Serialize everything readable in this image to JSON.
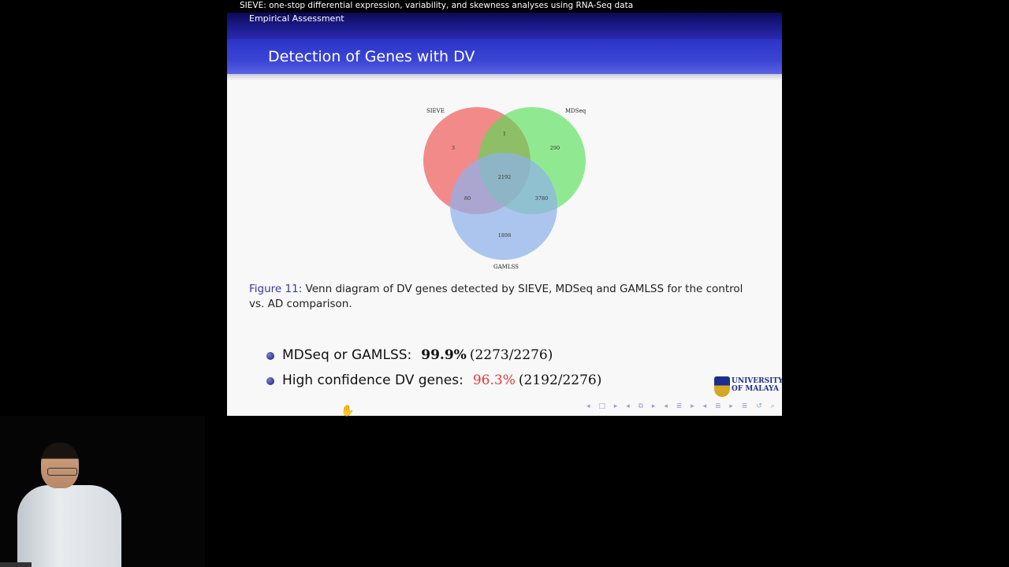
{
  "slide": {
    "headline": "SIEVE: one-stop differential expression, variability, and skewness analyses using RNA-Seq data",
    "section": "Empirical Assessment",
    "frame_title": "Detection of Genes with DV",
    "venn": {
      "sets": [
        {
          "label": "SIEVE",
          "color": "#f06060"
        },
        {
          "label": "MDSeq",
          "color": "#50e050"
        },
        {
          "label": "GAMLSS",
          "color": "#8fb2ea"
        }
      ],
      "regions": {
        "sieve_only": "3",
        "sieve_mdseq": "1",
        "mdseq_only": "290",
        "all_three": "2192",
        "sieve_gamlss": "80",
        "mdseq_gamlss": "3780",
        "gamlss_only": "1898"
      }
    },
    "caption": {
      "label": "Figure 11:",
      "text": "Venn diagram of DV genes detected by SIEVE, MDSeq and GAMLSS for the control vs. AD comparison."
    },
    "bullets": [
      {
        "label": "MDSeq or GAMLSS:",
        "value": "99.9%",
        "detail": "(2273/2276)"
      },
      {
        "label": "High confidence DV genes:",
        "value": "96.3%",
        "detail": "(2192/2276)"
      }
    ],
    "logo": {
      "line1": "UNIVERSITY",
      "line2": "OF MALAYA"
    },
    "nav_icons": [
      "◂",
      "□",
      "▸",
      "◂",
      "⧉",
      "▸",
      "◂",
      "≣",
      "▸",
      "◂",
      "≣",
      "▸",
      "≣",
      "↺",
      "⌕",
      "↻"
    ]
  },
  "colors": {
    "frame_title_bg": "#3a44d4",
    "headline_bg": "#000000",
    "highlight_red": "#e23a3a",
    "figure_label": "#3a3a9a"
  }
}
